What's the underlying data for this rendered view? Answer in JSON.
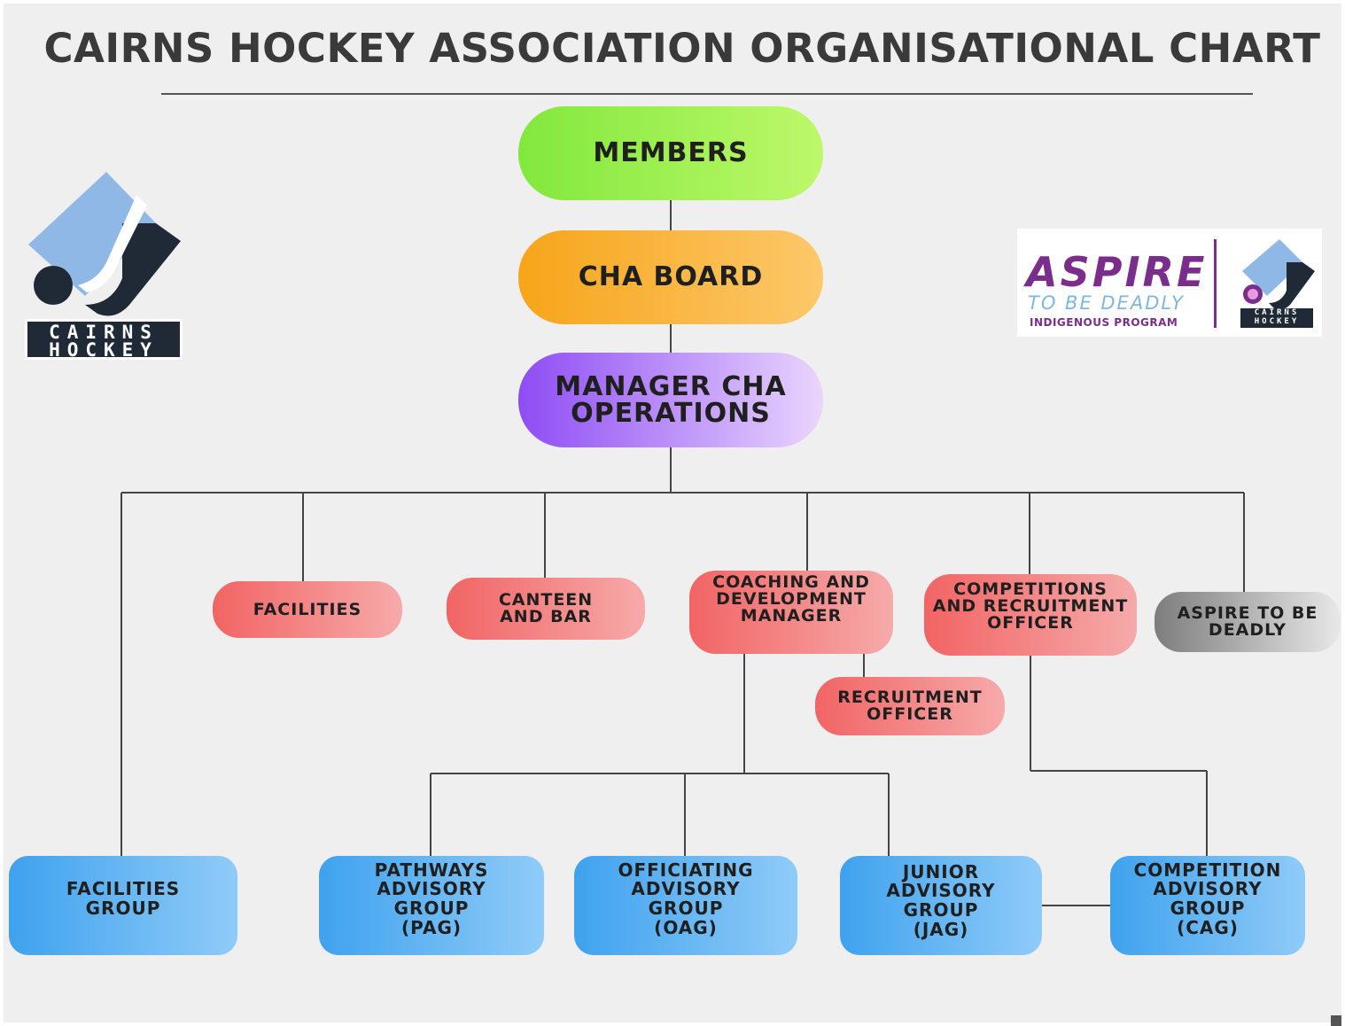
{
  "title": "CAIRNS HOCKEY ASSOCIATION ORGANISATIONAL CHART",
  "nodes": {
    "members": "MEMBERS",
    "cha_board": "CHA BOARD",
    "manager_line1": "MANAGER CHA",
    "manager_line2": "OPERATIONS",
    "facilities": "FACILITIES",
    "canteen_line1": "CANTEEN",
    "canteen_line2": "AND BAR",
    "coaching_line1": "COACHING AND",
    "coaching_line2": "DEVELOPMENT",
    "coaching_line3": "MANAGER",
    "competitions_line1": "COMPETITIONS",
    "competitions_line2": "AND RECRUITMENT",
    "competitions_line3": "OFFICER",
    "aspire_line1": "ASPIRE TO BE",
    "aspire_line2": "DEADLY",
    "recruitment_line1": "RECRUITMENT",
    "recruitment_line2": "OFFICER",
    "facilities_group_line1": "FACILITIES",
    "facilities_group_line2": "GROUP",
    "pag_line1": "PATHWAYS",
    "pag_line2": "ADVISORY",
    "pag_line3": "GROUP",
    "pag_line4": "(PAG)",
    "oag_line1": "OFFICIATING",
    "oag_line2": "ADVISORY",
    "oag_line3": "GROUP",
    "oag_line4": "(OAG)",
    "jag_line1": "JUNIOR",
    "jag_line2": "ADVISORY",
    "jag_line3": "GROUP",
    "jag_line4": "(JAG)",
    "cag_line1": "COMPETITION",
    "cag_line2": "ADVISORY",
    "cag_line3": "GROUP",
    "cag_line4": "(CAG)"
  },
  "logos": {
    "cairns_line1": "CAIRNS",
    "cairns_line2": "HOCKEY",
    "aspire_word": "ASPIRE",
    "aspire_sub": "TO BE DEADLY",
    "aspire_program": "INDIGENOUS PROGRAM",
    "mini_line1": "CAIRNS",
    "mini_line2": "HOCKEY"
  },
  "colors": {
    "members": "#82e83c",
    "board": "#f7a51a",
    "manager": "#8e4cf4",
    "department": "#f26464",
    "aspire": "#7d7d7d",
    "advisory_group": "#3fa2ee",
    "logo_navy": "#1f2a36",
    "logo_lightblue": "#8fb8e6",
    "aspire_purple": "#7b2d8b"
  }
}
